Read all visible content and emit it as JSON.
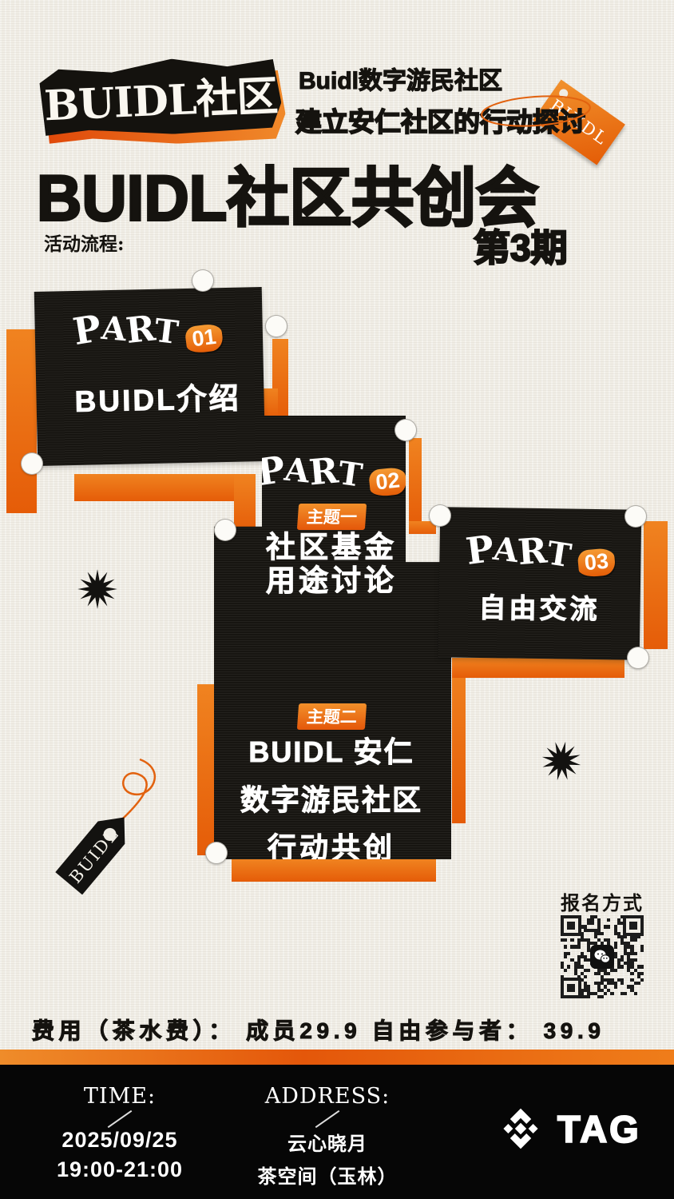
{
  "poster": {
    "logo": {
      "text": "BUIDL社区"
    },
    "header": {
      "line1": "Buidl数字游民社区",
      "line2": "建立安仁社区的行动探讨",
      "corner_tag": "BUIDL",
      "title": "BUIDL社区共创会",
      "issue": "第3期",
      "flow_label": "活动流程:"
    },
    "parts": [
      {
        "label": "PART",
        "number": "01",
        "title": "BUIDL介绍"
      },
      {
        "label": "PART",
        "number": "02",
        "badge": "主题一",
        "lines": [
          "社区基金",
          "用途讨论"
        ]
      },
      {
        "label": "PART",
        "number": "03",
        "title": "自由交流"
      },
      {
        "badge": "主题二",
        "lines": [
          "BUIDL 安仁",
          "数字游民社区",
          "行动共创"
        ]
      }
    ],
    "hang_tag": "BUIDL",
    "signup_label": "报名方式",
    "fee_line": "费用（茶水费）： 成员29.9  自由参与者： 39.9",
    "footer": {
      "time_label": "TIME:",
      "date": "2025/09/25",
      "time_range": "19:00-21:00",
      "address_label": "ADDRESS:",
      "address_line1": "云心晓月",
      "address_line2": "茶空间（玉林）",
      "brand": "TAG"
    },
    "colors": {
      "orange": "#ee6f0e",
      "black": "#171511",
      "paper": "#f0ede5"
    }
  }
}
